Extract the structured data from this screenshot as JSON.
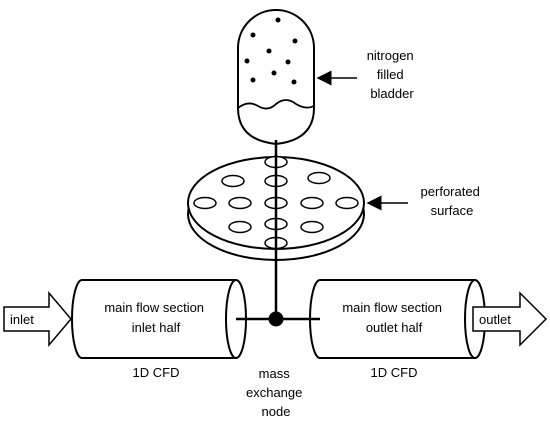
{
  "labels": {
    "bladder": [
      "nitrogen",
      "filled",
      "bladder"
    ],
    "perforated": [
      "perforated",
      "surface"
    ],
    "inlet_arrow": "inlet",
    "outlet_arrow": "outlet",
    "main_inlet": [
      "main flow section",
      "inlet half"
    ],
    "main_outlet": [
      "main flow section",
      "outlet half"
    ],
    "cfd_left": "1D CFD",
    "cfd_right": "1D CFD",
    "node": [
      "mass",
      "exchange",
      "node"
    ]
  },
  "colors": {
    "stroke": "#000000",
    "fill": "#ffffff"
  }
}
